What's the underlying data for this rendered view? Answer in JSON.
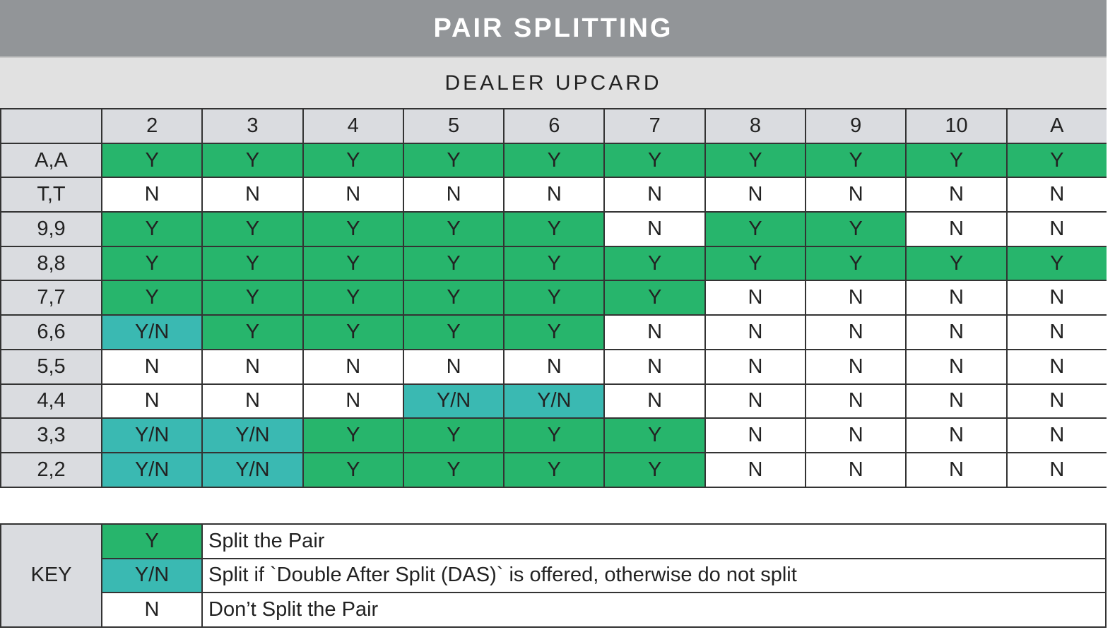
{
  "title": "PAIR SPLITTING",
  "subtitle": "DEALER UPCARD",
  "columns": [
    "2",
    "3",
    "4",
    "5",
    "6",
    "7",
    "8",
    "9",
    "10",
    "A"
  ],
  "rows": [
    {
      "label": "A,A",
      "cells": [
        "Y",
        "Y",
        "Y",
        "Y",
        "Y",
        "Y",
        "Y",
        "Y",
        "Y",
        "Y"
      ]
    },
    {
      "label": "T,T",
      "cells": [
        "N",
        "N",
        "N",
        "N",
        "N",
        "N",
        "N",
        "N",
        "N",
        "N"
      ]
    },
    {
      "label": "9,9",
      "cells": [
        "Y",
        "Y",
        "Y",
        "Y",
        "Y",
        "N",
        "Y",
        "Y",
        "N",
        "N"
      ]
    },
    {
      "label": "8,8",
      "cells": [
        "Y",
        "Y",
        "Y",
        "Y",
        "Y",
        "Y",
        "Y",
        "Y",
        "Y",
        "Y"
      ]
    },
    {
      "label": "7,7",
      "cells": [
        "Y",
        "Y",
        "Y",
        "Y",
        "Y",
        "Y",
        "N",
        "N",
        "N",
        "N"
      ]
    },
    {
      "label": "6,6",
      "cells": [
        "Y/N",
        "Y",
        "Y",
        "Y",
        "Y",
        "N",
        "N",
        "N",
        "N",
        "N"
      ]
    },
    {
      "label": "5,5",
      "cells": [
        "N",
        "N",
        "N",
        "N",
        "N",
        "N",
        "N",
        "N",
        "N",
        "N"
      ]
    },
    {
      "label": "4,4",
      "cells": [
        "N",
        "N",
        "N",
        "Y/N",
        "Y/N",
        "N",
        "N",
        "N",
        "N",
        "N"
      ]
    },
    {
      "label": "3,3",
      "cells": [
        "Y/N",
        "Y/N",
        "Y",
        "Y",
        "Y",
        "Y",
        "N",
        "N",
        "N",
        "N"
      ]
    },
    {
      "label": "2,2",
      "cells": [
        "Y/N",
        "Y/N",
        "Y",
        "Y",
        "Y",
        "Y",
        "N",
        "N",
        "N",
        "N"
      ]
    }
  ],
  "key": {
    "label": "KEY",
    "items": [
      {
        "symbol": "Y",
        "description": "Split the Pair"
      },
      {
        "symbol": "Y/N",
        "description": "Split if `Double After Split (DAS)` is offered, otherwise do not split"
      },
      {
        "symbol": "N",
        "description": "Don’t Split the Pair"
      }
    ]
  },
  "colors": {
    "Y": "#27b56c",
    "Y/N": "#3ab9b2",
    "N": "#ffffff",
    "header": "#929598",
    "subheader": "#e1e1e1",
    "label_bg": "#dadce0"
  }
}
